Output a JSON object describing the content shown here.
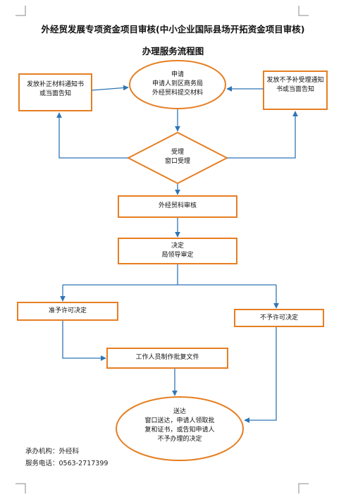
{
  "title": {
    "line1": "外经贸发展专项资金项目审核(中小企业国际县场开拓资金项目审核)",
    "line2": "办理服务流程图"
  },
  "nodes": {
    "apply": {
      "label": "申请",
      "lines": [
        "申请人到区商务局",
        "外经贸科提交材料"
      ]
    },
    "left_notice": {
      "lines": [
        "发放补正材料通知书",
        "或当面告知"
      ]
    },
    "right_notice": {
      "lines": [
        "发放不予补受理通知",
        "书或当面告知"
      ]
    },
    "accept": {
      "label": "受理",
      "sub": "窗口受理"
    },
    "review": {
      "label": "外经贸科审核"
    },
    "decide": {
      "label": "决定",
      "sub": "局领导审定"
    },
    "approve": {
      "label": "准予许可决定"
    },
    "reject": {
      "label": "不予许可决定"
    },
    "produce": {
      "label": "工作人员制作批复文件"
    },
    "deliver": {
      "label": "送达",
      "lines": [
        "窗口送达，申请人领取批",
        "复和证书，或告知申请人",
        "不予办理的决定"
      ]
    }
  },
  "footer": {
    "org": "承办机构：外经科",
    "phone": "服务电话：0563-2717399"
  },
  "colors": {
    "box_border": "#e67e22",
    "arrow": "#2e75b6"
  }
}
